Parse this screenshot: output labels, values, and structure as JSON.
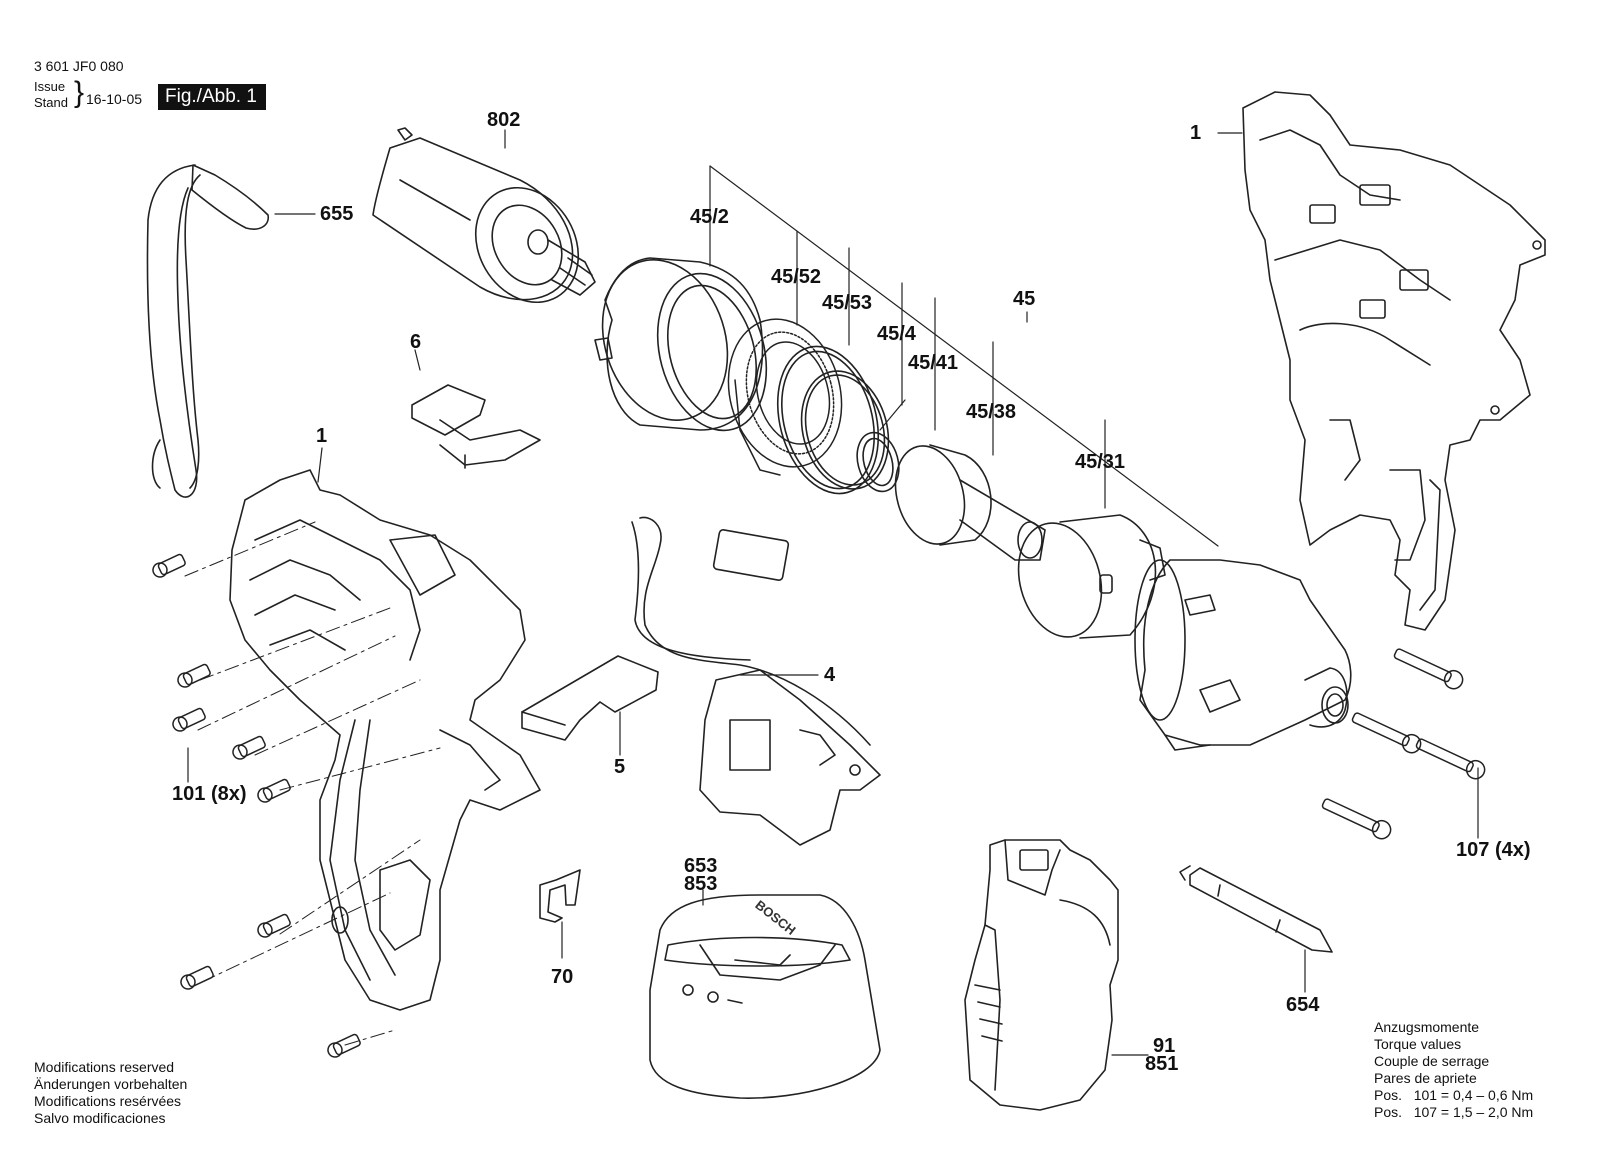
{
  "header": {
    "doc_number": "3 601 JF0 080",
    "issue_label": "Issue",
    "stand_label": "Stand",
    "date": "16-10-05",
    "figure_label": "Fig./Abb. 1"
  },
  "part_labels": {
    "p802": "802",
    "p655": "655",
    "p45_2": "45/2",
    "p45_52": "45/52",
    "p45_53": "45/53",
    "p45_4": "45/4",
    "p45_41": "45/41",
    "p45": "45",
    "p45_38": "45/38",
    "p45_31": "45/31",
    "p1_top": "1",
    "p6": "6",
    "p1_left": "1",
    "p4": "4",
    "p5": "5",
    "p101": "101",
    "p101_qty": "(8x)",
    "p107": "107",
    "p107_qty": "(4x)",
    "p653": "653",
    "p853": "853",
    "p70": "70",
    "p654": "654",
    "p91": "91",
    "p851": "851"
  },
  "notes": {
    "line1": "Modifications reserved",
    "line2": "Änderungen vorbehalten",
    "line3": "Modifications resérvées",
    "line4": "Salvo modificaciones"
  },
  "torque": {
    "title_de": "Anzugsmomente",
    "title_en": "Torque values",
    "title_fr": "Couple de serrage",
    "title_es": "Pares de apriete",
    "row1_pos": "Pos.",
    "row1_ref": "101 =",
    "row1_val": "0,4 – 0,6 Nm",
    "row2_pos": "Pos.",
    "row2_ref": "107 =",
    "row2_val": "1,5 – 2,0 Nm"
  },
  "branding": {
    "brand_text": "BOSCH"
  }
}
